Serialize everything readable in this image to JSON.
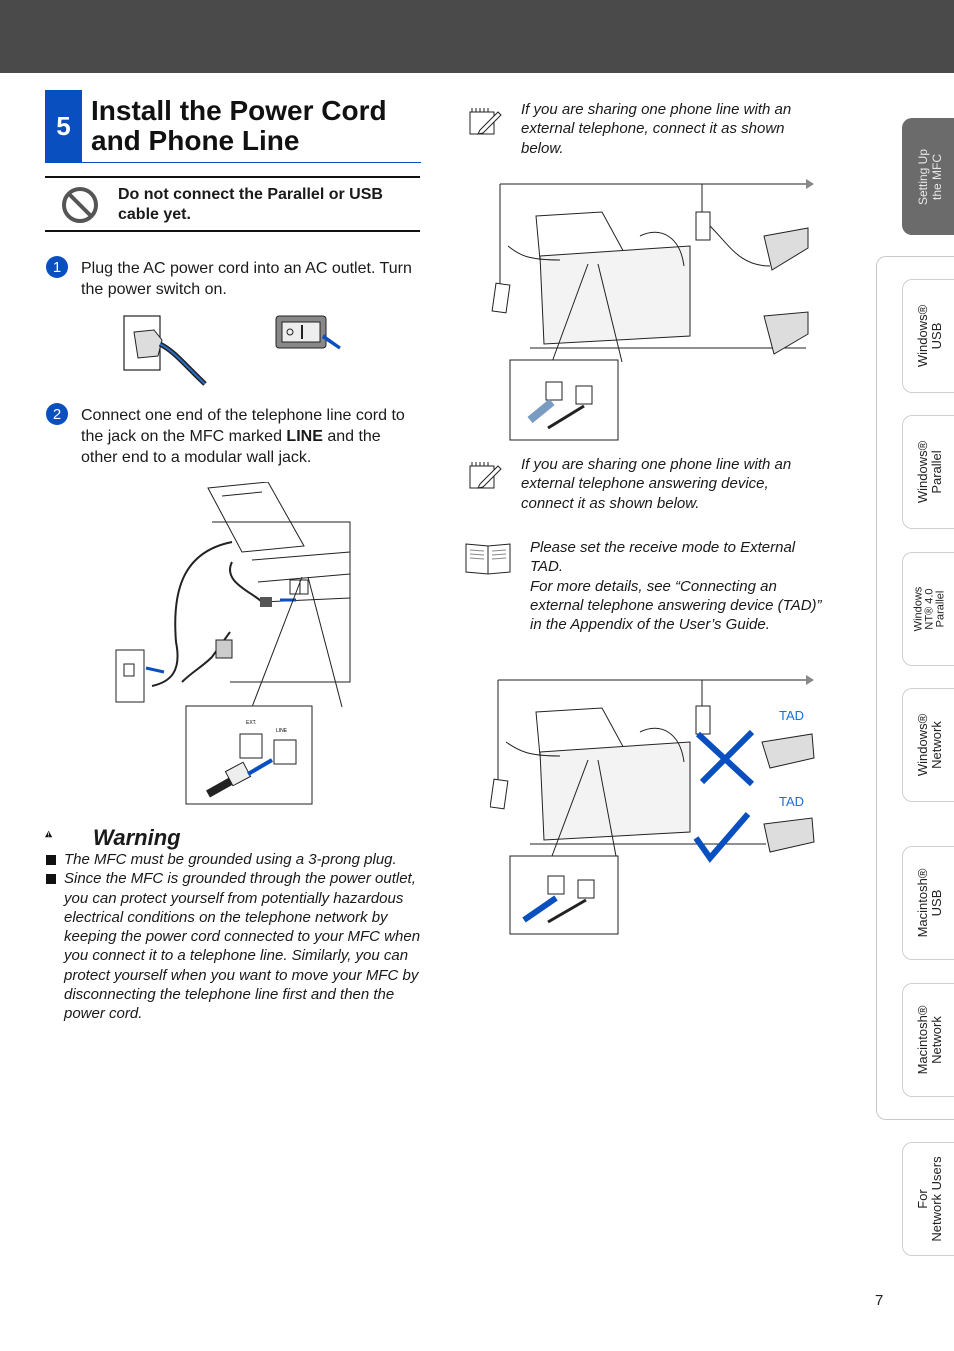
{
  "section": {
    "number": "5",
    "title": "Install the Power Cord and Phone Line"
  },
  "caution": {
    "icon": "no-entry-icon",
    "text": "Do not connect the Parallel or USB cable yet."
  },
  "steps": [
    {
      "num": "1",
      "text_html": "Plug the AC power cord into an AC outlet. Turn the power switch on."
    },
    {
      "num": "2",
      "text_pre": "Connect one end of the telephone line cord to the jack on the MFC marked ",
      "text_bold": "LINE",
      "text_post": " and the other end to a modular wall jack."
    }
  ],
  "warning": {
    "icon": "warning-triangle-icon",
    "title": "Warning",
    "items": [
      "The MFC must be grounded using a 3-prong plug.",
      "Since the MFC is grounded through the power outlet, you can protect yourself from potentially hazardous electrical conditions on the telephone network by keeping the power cord connected to your MFC when you connect it to a telephone line. Similarly, you can protect yourself when you want to move your MFC by disconnecting the telephone line first and then the power cord."
    ]
  },
  "notes": [
    {
      "icon": "pencil-note-icon",
      "text": "If you are sharing one phone line with an external telephone, connect it as shown below."
    },
    {
      "icon": "pencil-note-icon",
      "text": "If you are sharing one phone line with an external telephone answering device, connect it as shown below."
    },
    {
      "icon": "book-icon",
      "lines": [
        "Please set the receive mode to External TAD.",
        "For more details, see “Connecting an external telephone answering device (TAD)” in the Appendix of the User’s Guide."
      ]
    }
  ],
  "diagram_labels": {
    "tad_top": "TAD",
    "tad_bottom": "TAD",
    "ext": "EXT.",
    "line": "LINE"
  },
  "side_tabs": [
    {
      "line1": "Setting Up",
      "line2": "the MFC",
      "active": true
    },
    {
      "line1": "Windows®",
      "line2": "USB"
    },
    {
      "line1": "Windows®",
      "line2": "Parallel"
    },
    {
      "line1": "Windows",
      "line2": "NT® 4.0",
      "line3": "Parallel"
    },
    {
      "line1": "Windows®",
      "line2": "Network"
    },
    {
      "line1": "Macintosh®",
      "line2": "USB"
    },
    {
      "line1": "Macintosh®",
      "line2": "Network"
    },
    {
      "line1": "For",
      "line2": "Network Users"
    }
  ],
  "page_number": "7",
  "colors": {
    "accent": "#0a4fc0",
    "top_bar": "#4a4a4a",
    "active_tab": "#6b6b6b",
    "tad_label": "#1a6fd0"
  }
}
